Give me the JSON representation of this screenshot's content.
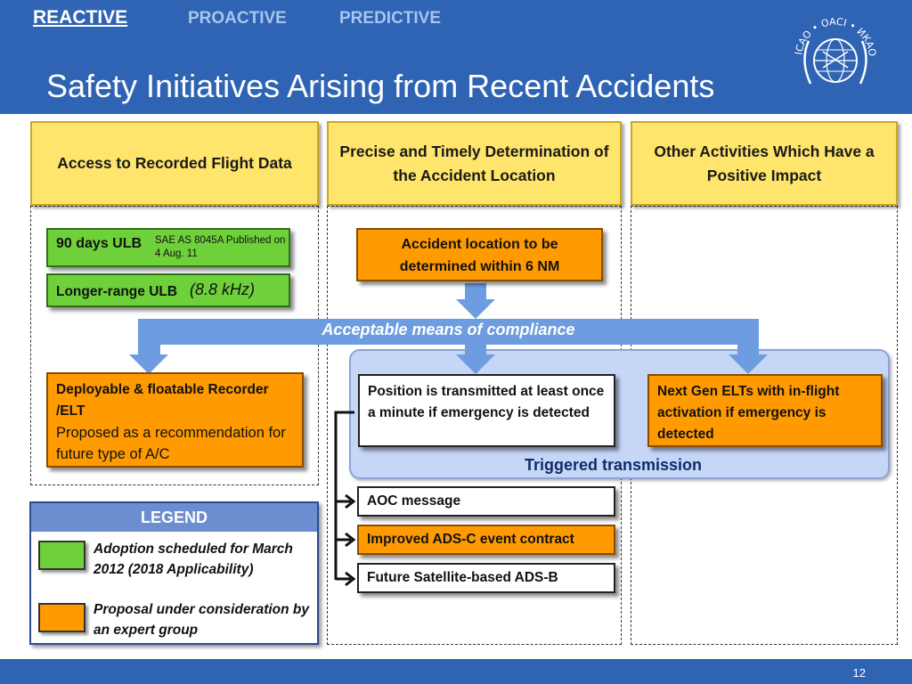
{
  "nav": {
    "reactive": "REACTIVE",
    "proactive": "PROACTIVE",
    "predictive": "PREDICTIVE"
  },
  "title": "Safety Initiatives Arising from Recent Accidents",
  "logo": {
    "text": "ICAO • OACI • ИКАО"
  },
  "columns": {
    "col1_header": "Access to Recorded Flight Data",
    "col2_header": "Precise and Timely Determination of the Accident Location",
    "col3_header": "Other Activities Which Have a Positive Impact"
  },
  "boxes": {
    "ulb90_label": "90 days ULB",
    "ulb90_note": "SAE AS 8045A Published on 4 Aug. 11",
    "longer_range_label": "Longer-range ULB",
    "longer_range_freq": "(8.8 kHz)",
    "accident_location": "Accident location to be determined within 6 NM",
    "acceptable_means": "Acceptable means of compliance",
    "deployable_bold": "Deployable  & floatable Recorder /ELT",
    "deployable_note": "Proposed as a recommendation for future type of A/C",
    "position_transmitted": "Position is transmitted at least once a minute if emergency is detected",
    "next_gen_elt": "Next Gen ELTs with in-flight activation if emergency is detected",
    "triggered_transmission": "Triggered transmission",
    "aoc_message": "AOC message",
    "improved_adsc": "Improved ADS-C event contract",
    "future_adsb": "Future Satellite-based ADS-B"
  },
  "legend": {
    "title": "LEGEND",
    "green_text": "Adoption scheduled for March 2012 (2018 Applicability)",
    "orange_text": "Proposal under consideration by an expert group"
  },
  "colors": {
    "header_blue": "#2e64b3",
    "green": "#6fd13a",
    "orange": "#ff9b00",
    "yellow": "#ffe56b",
    "arrow_blue": "#6d9de0"
  },
  "footer": {
    "page_number": "12"
  }
}
